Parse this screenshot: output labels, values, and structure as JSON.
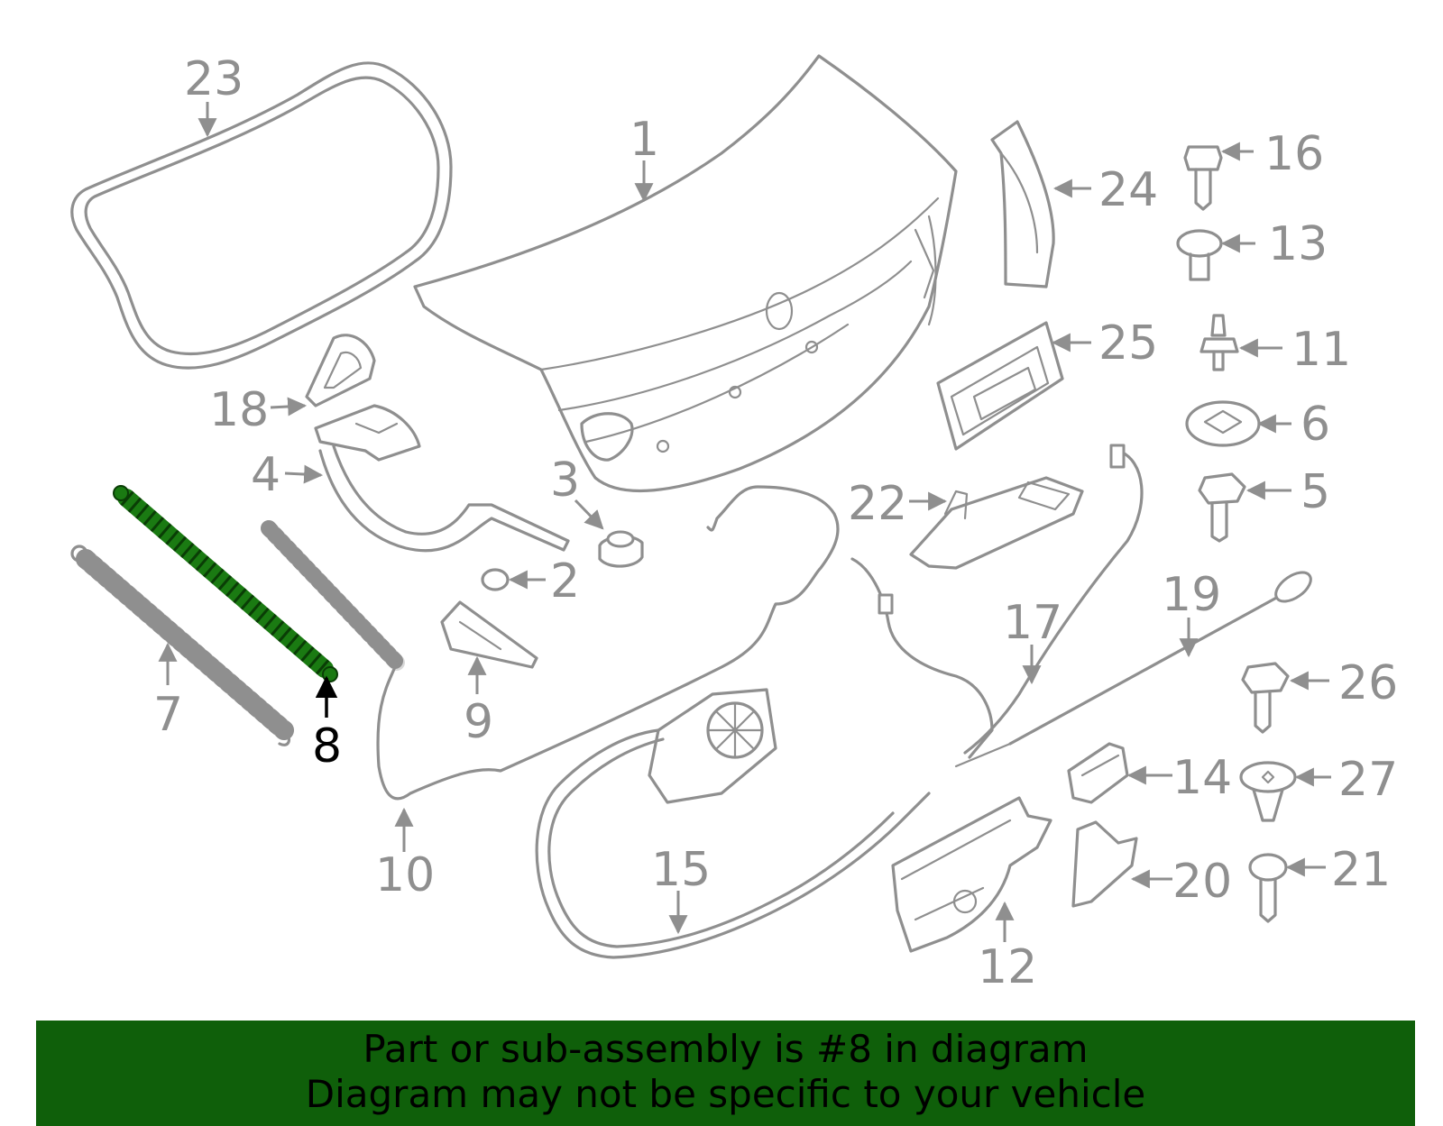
{
  "diagram": {
    "highlighted_part": "8",
    "highlight_color": "#1a7a12",
    "outline_color": "#8f8f8f",
    "labels": {
      "l1": "1",
      "l2": "2",
      "l3": "3",
      "l4": "4",
      "l5": "5",
      "l6": "6",
      "l7": "7",
      "l8": "8",
      "l9": "9",
      "l10": "10",
      "l11": "11",
      "l12": "12",
      "l13": "13",
      "l14": "14",
      "l15": "15",
      "l16": "16",
      "l17": "17",
      "l18": "18",
      "l19": "19",
      "l20": "20",
      "l21": "21",
      "l22": "22",
      "l23": "23",
      "l24": "24",
      "l25": "25",
      "l26": "26",
      "l27": "27"
    }
  },
  "banner": {
    "line1": "Part or sub-assembly is #8 in diagram",
    "line2": "Diagram may not be specific to your vehicle",
    "background": "#0f5f0a"
  }
}
